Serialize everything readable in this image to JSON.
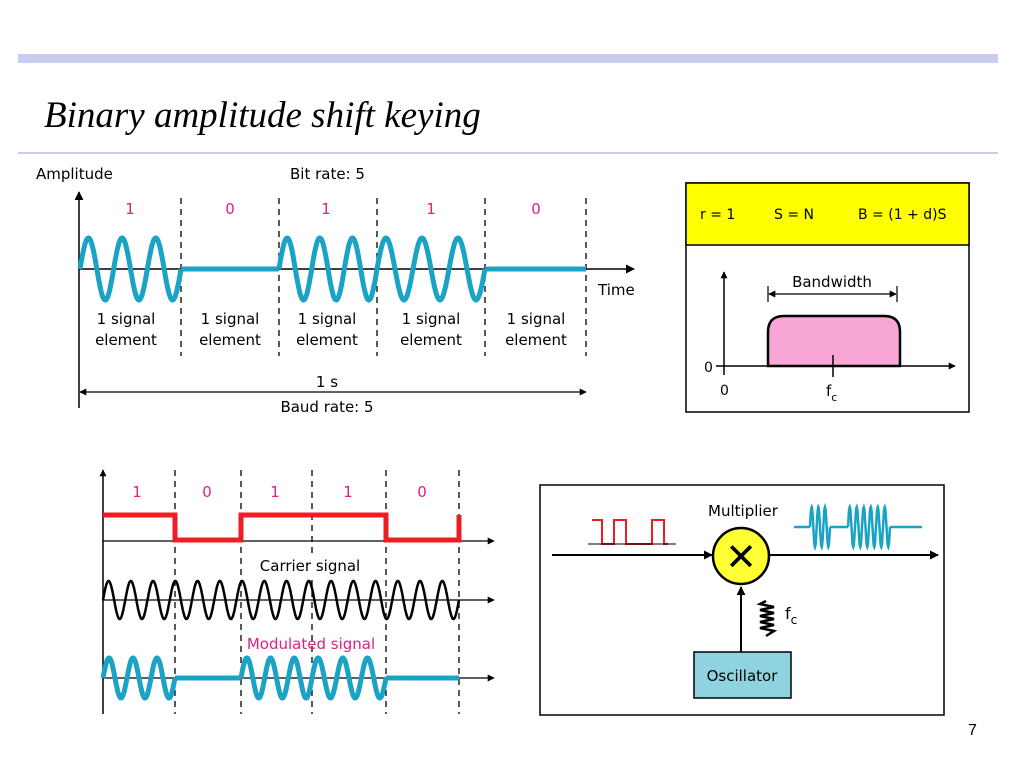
{
  "slide": {
    "title": "Binary amplitude shift keying",
    "page_number": "7"
  },
  "top_diagram": {
    "y_label": "Amplitude",
    "bit_rate": "Bit rate: 5",
    "bits": [
      "1",
      "0",
      "1",
      "1",
      "0"
    ],
    "x_label": "Time",
    "element_line1": "1 signal",
    "element_line2": "element",
    "duration": "1 s",
    "baud_rate": "Baud rate: 5"
  },
  "bandwidth_box": {
    "r": "r = 1",
    "s": "S = N",
    "b": "B = (1 + d)S",
    "bandwidth_label": "Bandwidth",
    "y_zero": "0",
    "x_zero": "0",
    "fc_main": "f",
    "fc_sub": "c",
    "header_color": "#ffff00",
    "shape_color": "#f7a6d6"
  },
  "bottom_left": {
    "bits": [
      "1",
      "0",
      "1",
      "1",
      "0"
    ],
    "carrier_label": "Carrier signal",
    "modulated_label": "Modulated signal",
    "digital_color": "#ee1c24",
    "signal_color": "#1ba3c6",
    "label_color": "#e0217d"
  },
  "block_diagram": {
    "multiplier_label": "Multiplier",
    "oscillator_label": "Oscillator",
    "fc_main": "f",
    "fc_sub": "c",
    "multiplier_symbol": "✕",
    "multiplier_color": "#ffff33",
    "oscillator_color": "#8fd3e0"
  }
}
